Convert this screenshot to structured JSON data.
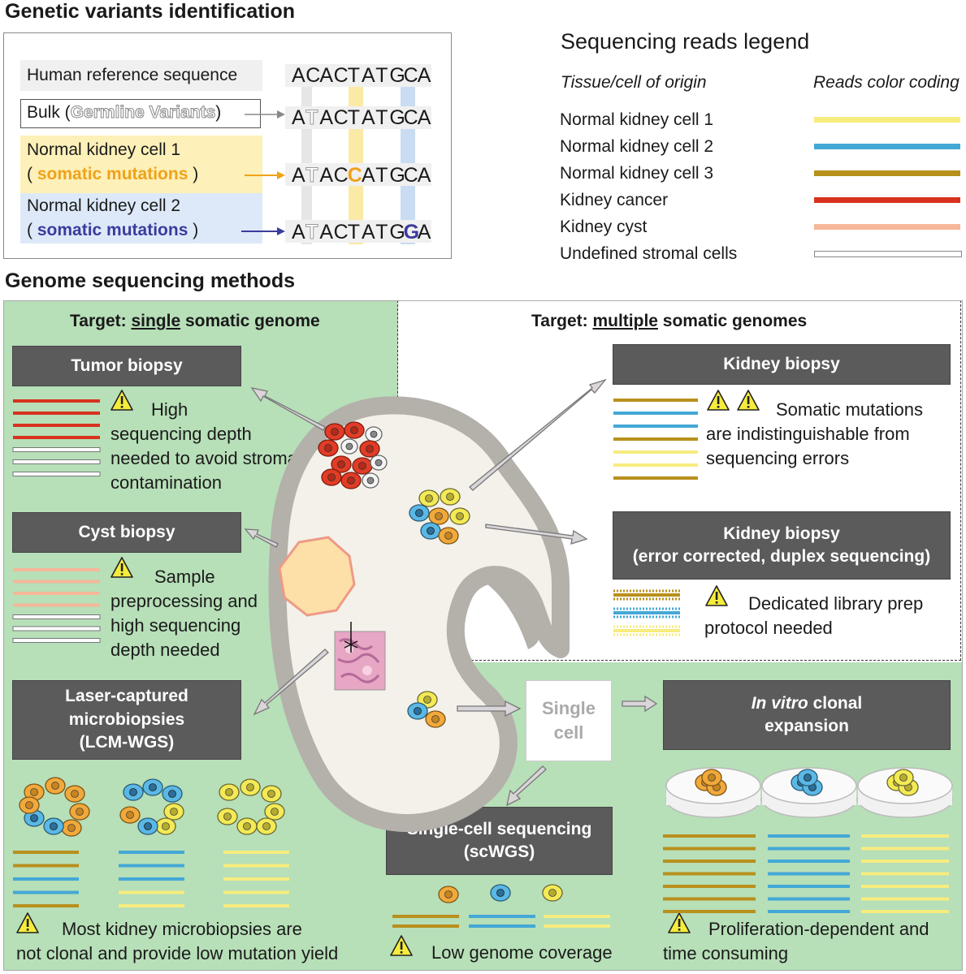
{
  "variants": {
    "title": "Genetic variants identification",
    "rows": [
      {
        "label": "Human reference sequence",
        "sequence": "ACACTATGCA"
      },
      {
        "label": "Bulk (",
        "label_outline": "Germline Variants",
        "label_end": ")",
        "sequence": "ATACTATGCA"
      },
      {
        "label": "Normal kidney cell 1",
        "sub_open": "(",
        "sub": "somatic mutations",
        "sub_close": ")",
        "sequence": "ATACCATGCA"
      },
      {
        "label": "Normal kidney cell 2",
        "sub_open": "(",
        "sub": "somatic mutations",
        "sub_close": ")",
        "sequence": "ATACTATGGA"
      }
    ],
    "colors": {
      "germline": "#9a9a9a",
      "cell1": "#f0a21a",
      "cell2": "#3b3b9e"
    }
  },
  "legend": {
    "title": "Sequencing reads legend",
    "col1": "Tissue/cell of origin",
    "col2": "Reads color coding",
    "items": [
      {
        "label": "Normal kidney cell 1",
        "color": "#f7ec7e"
      },
      {
        "label": "Normal kidney cell 2",
        "color": "#43a8d6"
      },
      {
        "label": "Normal kidney cell 3",
        "color": "#b8901c"
      },
      {
        "label": "Kidney cancer",
        "color": "#d8321e"
      },
      {
        "label": "Kidney cyst",
        "color": "#f6b79a"
      },
      {
        "label": "Undefined stromal cells",
        "color": "#ffffff"
      }
    ]
  },
  "methods": {
    "title": "Genome sequencing methods",
    "single_pre": "Target: ",
    "single_u": "single",
    "single_post": " somatic genome",
    "multiple_pre": "Target: ",
    "multiple_u": "multiple",
    "multiple_post": " somatic genomes",
    "tumor": {
      "title": "Tumor biopsy",
      "note": [
        "High",
        "sequencing depth",
        "needed to avoid stroma",
        "contamination"
      ]
    },
    "cyst": {
      "title": "Cyst biopsy",
      "note": [
        "Sample",
        "preprocessing and",
        "high sequencing",
        "depth needed"
      ]
    },
    "lcm": {
      "title": [
        "Laser-captured",
        "microbiopsies",
        "(LCM-WGS)"
      ],
      "note": [
        "Most kidney microbiopsies are",
        "not clonal and provide low mutation yield"
      ]
    },
    "kidney": {
      "title": "Kidney biopsy",
      "note": [
        "Somatic mutations",
        "are indistinguishable from",
        "sequencing errors"
      ]
    },
    "duplex": {
      "title": [
        "Kidney biopsy",
        "(error corrected, duplex sequencing)"
      ],
      "note": [
        "Dedicated library prep",
        "protocol needed"
      ]
    },
    "single_cell": {
      "label": [
        "Single",
        "cell"
      ]
    },
    "sc": {
      "title": [
        "Single-cell  sequencing",
        "(scWGS)"
      ],
      "note": "Low genome coverage"
    },
    "invitro": {
      "title_italic": "In vitro",
      "title_rest": " clonal",
      "title_2": "expansion",
      "note": [
        "Proliferation-dependent and",
        "time consuming"
      ]
    }
  },
  "colors": {
    "green_bg": "#b7dfb8",
    "box": "#5b5b5b",
    "kidney": "#f3f1ea",
    "kidney_edge": "#b4b0aa"
  }
}
